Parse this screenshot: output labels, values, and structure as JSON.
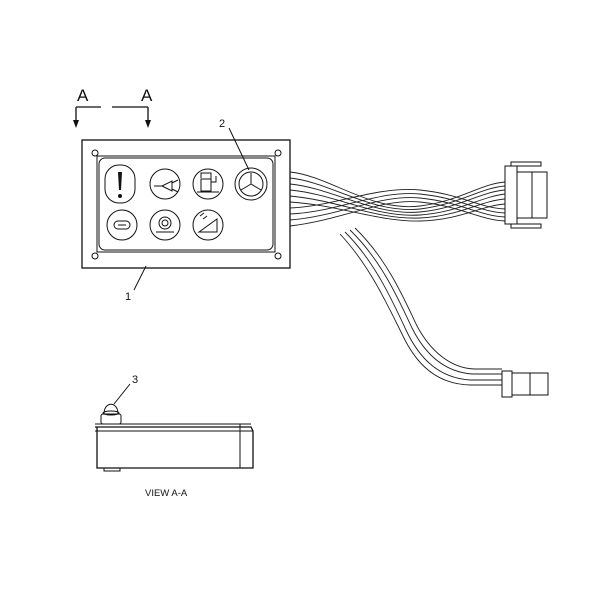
{
  "section_marker": {
    "left": "A",
    "right": "A"
  },
  "callouts": [
    {
      "id": "panel",
      "text": "1"
    },
    {
      "id": "switch",
      "text": "2"
    },
    {
      "id": "knob",
      "text": "3"
    }
  ],
  "view_caption": "VIEW A-A",
  "icons": [
    "warning-icon",
    "horn-icon",
    "fuel-pump-icon",
    "selector-switch-icon",
    "transmission-icon",
    "brake-icon",
    "slope-icon"
  ]
}
